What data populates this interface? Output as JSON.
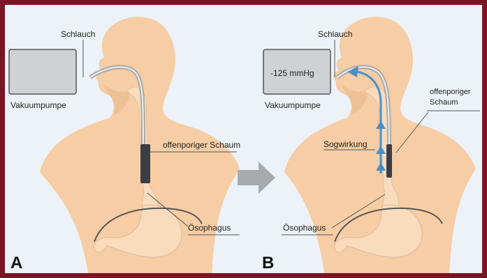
{
  "panel_a": {
    "letter": "A",
    "tube_label": "Schlauch",
    "pump_label": "Vakuumpumpe",
    "foam_label": "offenporiger Schaum",
    "esophagus_label": "Ösophagus"
  },
  "panel_b": {
    "letter": "B",
    "tube_label": "Schlauch",
    "pressure_value": "-125 mmHg",
    "pump_label": "Vakuumpumpe",
    "foam_label_line1": "offenporiger",
    "foam_label_line2": "Schaum",
    "suction_label": "Sogwirkung",
    "esophagus_label": "Ösophagus"
  },
  "colors": {
    "border": "#7a1526",
    "background": "#ecf2f7",
    "skin": "#f6cda4",
    "skin_shadow": "#e4b48a",
    "foam": "#3b3d45",
    "pump": "#cfd1d4",
    "arrow": "#a8abae",
    "suction_arrow": "#4a90c8"
  }
}
